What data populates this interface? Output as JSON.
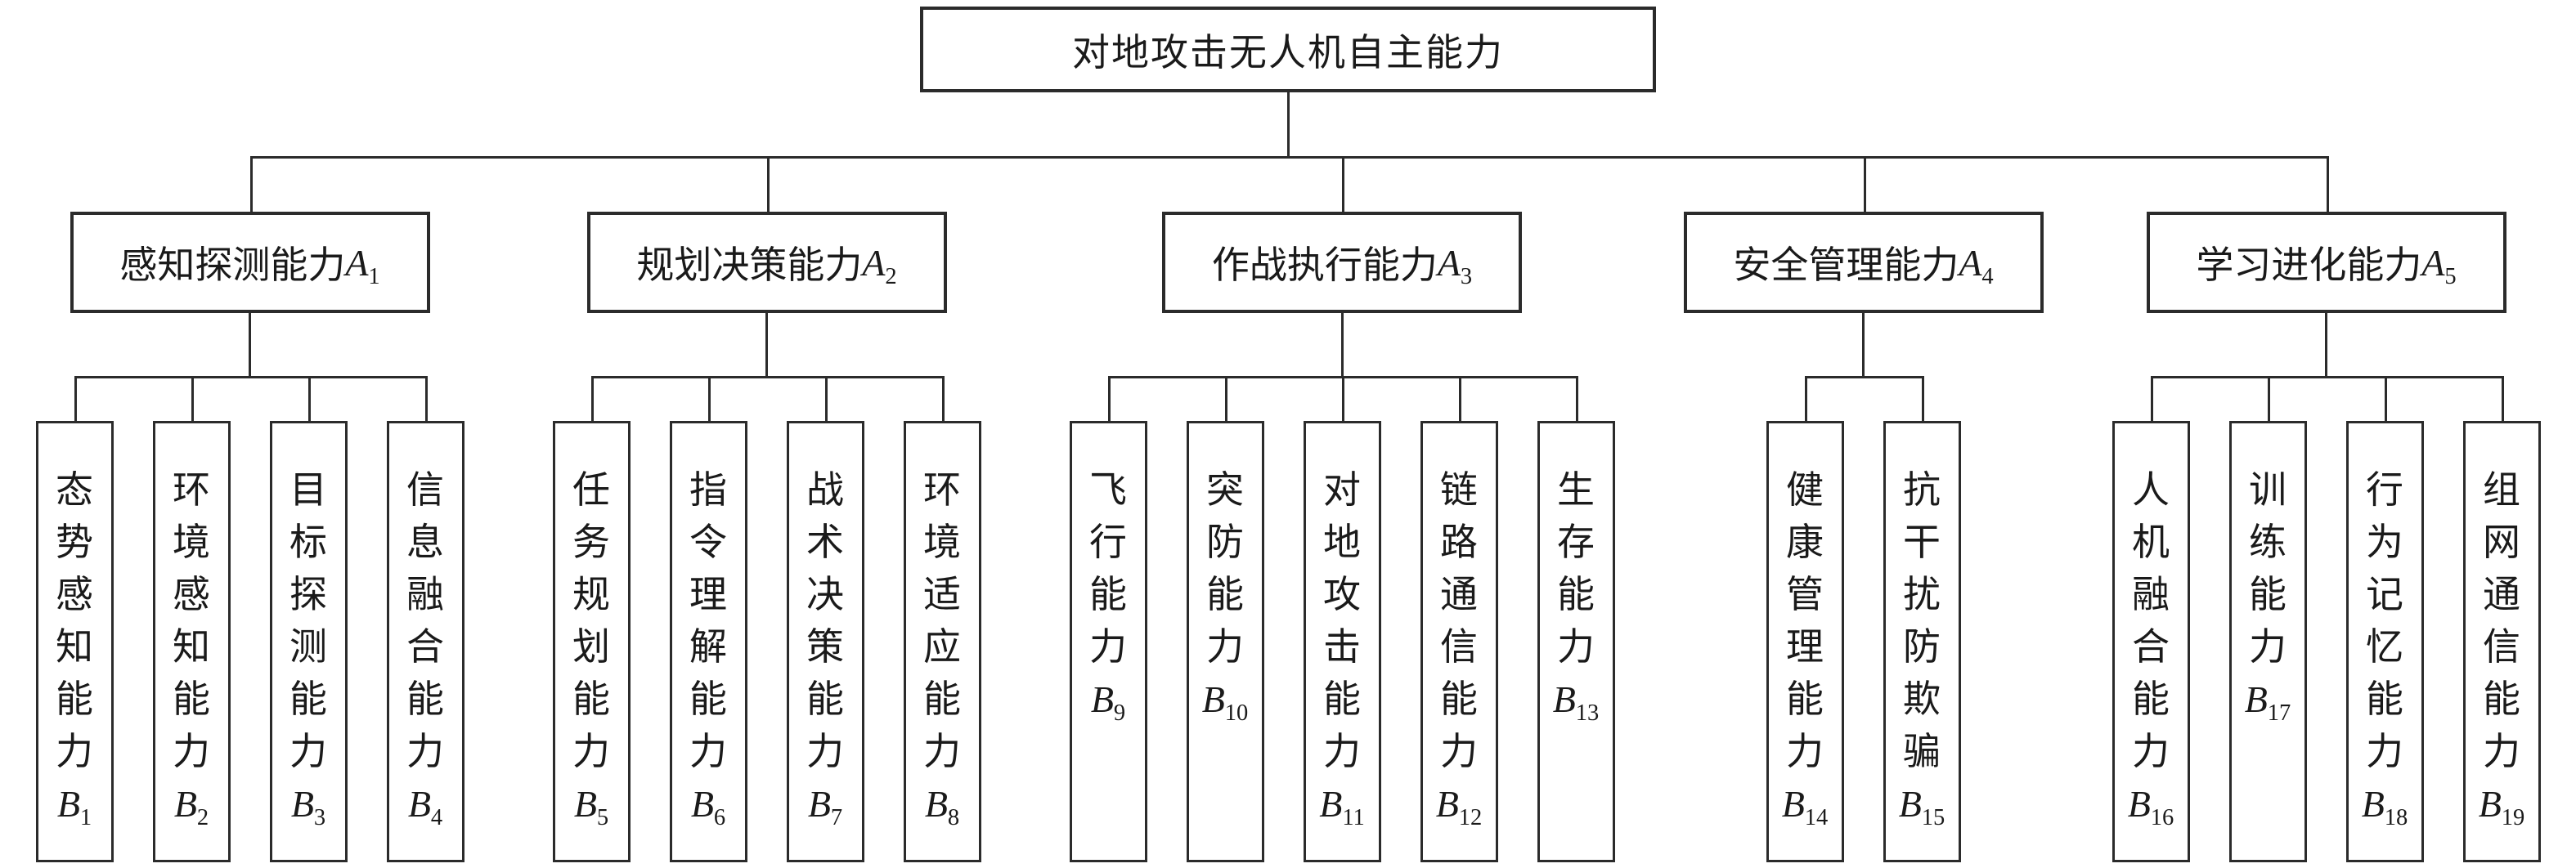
{
  "root": {
    "label": "对地攻击无人机自主能力"
  },
  "groups": [
    {
      "label": "感知探测能力",
      "code_base": "A",
      "code_sub": "1",
      "children": [
        {
          "label": "态势感知能力",
          "code_base": "B",
          "code_sub": "1"
        },
        {
          "label": "环境感知能力",
          "code_base": "B",
          "code_sub": "2"
        },
        {
          "label": "目标探测能力",
          "code_base": "B",
          "code_sub": "3"
        },
        {
          "label": "信息融合能力",
          "code_base": "B",
          "code_sub": "4"
        }
      ]
    },
    {
      "label": "规划决策能力",
      "code_base": "A",
      "code_sub": "2",
      "children": [
        {
          "label": "任务规划能力",
          "code_base": "B",
          "code_sub": "5"
        },
        {
          "label": "指令理解能力",
          "code_base": "B",
          "code_sub": "6"
        },
        {
          "label": "战术决策能力",
          "code_base": "B",
          "code_sub": "7"
        },
        {
          "label": "环境适应能力",
          "code_base": "B",
          "code_sub": "8"
        }
      ]
    },
    {
      "label": "作战执行能力",
      "code_base": "A",
      "code_sub": "3",
      "children": [
        {
          "label": "飞行能力",
          "code_base": "B",
          "code_sub": "9"
        },
        {
          "label": "突防能力",
          "code_base": "B",
          "code_sub": "10"
        },
        {
          "label": "对地攻击能力",
          "code_base": "B",
          "code_sub": "11"
        },
        {
          "label": "链路通信能力",
          "code_base": "B",
          "code_sub": "12"
        },
        {
          "label": "生存能力",
          "code_base": "B",
          "code_sub": "13"
        }
      ]
    },
    {
      "label": "安全管理能力",
      "code_base": "A",
      "code_sub": "4",
      "children": [
        {
          "label": "健康管理能力",
          "code_base": "B",
          "code_sub": "14"
        },
        {
          "label": "抗干扰防欺骗",
          "code_base": "B",
          "code_sub": "15"
        }
      ]
    },
    {
      "label": "学习进化能力",
      "code_base": "A",
      "code_sub": "5",
      "children": [
        {
          "label": "人机融合能力",
          "code_base": "B",
          "code_sub": "16"
        },
        {
          "label": "训练能力",
          "code_base": "B",
          "code_sub": "17"
        },
        {
          "label": "行为记忆能力",
          "code_base": "B",
          "code_sub": "18"
        },
        {
          "label": "组网通信能力",
          "code_base": "B",
          "code_sub": "19"
        }
      ]
    }
  ]
}
